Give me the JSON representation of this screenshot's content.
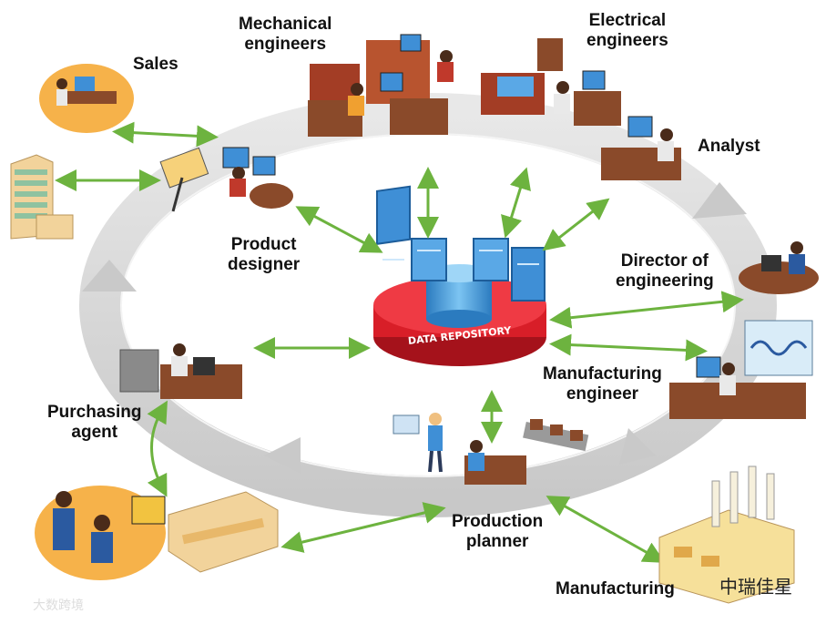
{
  "labels": {
    "sales": "Sales",
    "mechanical": [
      "Mechanical",
      "engineers"
    ],
    "electrical": [
      "Electrical",
      "engineers"
    ],
    "analyst": "Analyst",
    "director": [
      "Director of",
      "engineering"
    ],
    "manufacturing_engineer": [
      "Manufacturing",
      "engineer"
    ],
    "product_designer": [
      "Product",
      "designer"
    ],
    "purchasing_agent": [
      "Purchasing",
      "agent"
    ],
    "production_planner": [
      "Production",
      "planner"
    ],
    "manufacturing": "Manufacturing",
    "repository": "DATA REPOSITORY"
  },
  "watermarks": {
    "right": "中瑞佳星",
    "left": "大数跨境"
  },
  "colors": {
    "ring": "#d9d9d9",
    "arrow": "#6db33f",
    "repository": "#e3202c",
    "cylinder": "#4aa3e0",
    "desk": "#8a4a2a",
    "screen": "#3f8fd6"
  }
}
